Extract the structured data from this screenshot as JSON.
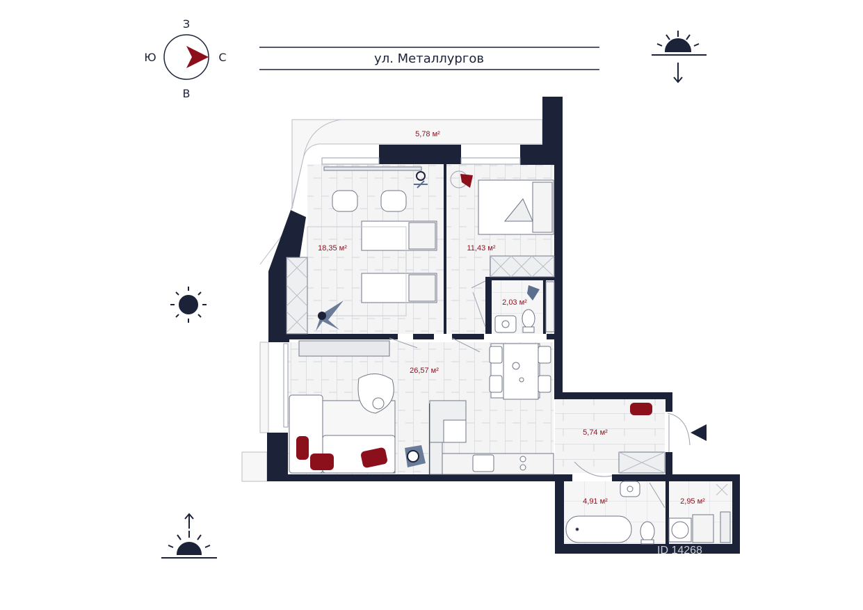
{
  "street": "ул. Металлургов",
  "compass": {
    "north": "С",
    "south": "Ю",
    "east": "В",
    "west": "З"
  },
  "rooms": [
    {
      "id": "balcony",
      "area": "5,78 м²"
    },
    {
      "id": "bedroom-large",
      "area": "18,35 м²"
    },
    {
      "id": "bedroom-small",
      "area": "11,43 м²"
    },
    {
      "id": "wc",
      "area": "2,03 м²"
    },
    {
      "id": "living-kitchen",
      "area": "26,57 м²"
    },
    {
      "id": "hallway",
      "area": "5,74 м²"
    },
    {
      "id": "bathroom",
      "area": "4,91 м²"
    },
    {
      "id": "laundry",
      "area": "2,95 м²"
    }
  ],
  "watermark": "ID 14268",
  "icons": [
    "compass-icon",
    "sunset-icon",
    "sun-icon",
    "sunrise-icon",
    "entrance-arrow-icon"
  ],
  "colors": {
    "wall": "#1c2238",
    "accent": "#8c0f1c",
    "floor": "#f2f2f2",
    "line": "#9aa0ad"
  }
}
